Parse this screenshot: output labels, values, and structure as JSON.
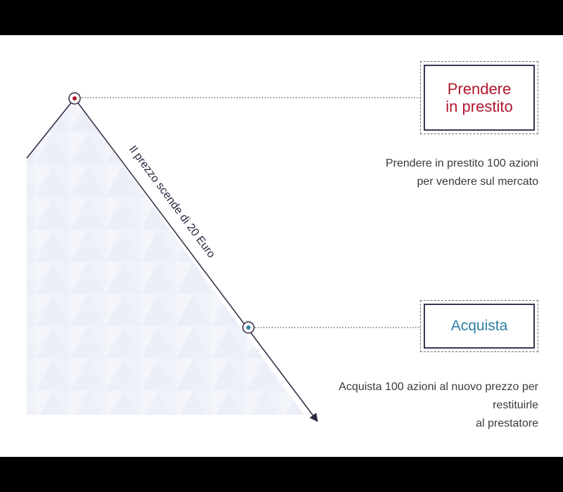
{
  "diagram": {
    "slope_label": "Il prezzo scende di 20 Euro",
    "borrow": {
      "title": "Prendere\nin prestito",
      "description": [
        "Prendere in prestito 100 azioni",
        "per vendere sul mercato"
      ]
    },
    "buy": {
      "title": "Acquista",
      "description": [
        "Acquista 100 azioni al nuovo prezzo per",
        "restituirle",
        "al prestatore"
      ]
    }
  },
  "colors": {
    "borrow_accent": "#b0182e",
    "buy_accent": "#2f7fa6",
    "frame": "#3b3552",
    "line": "#2d2740"
  }
}
